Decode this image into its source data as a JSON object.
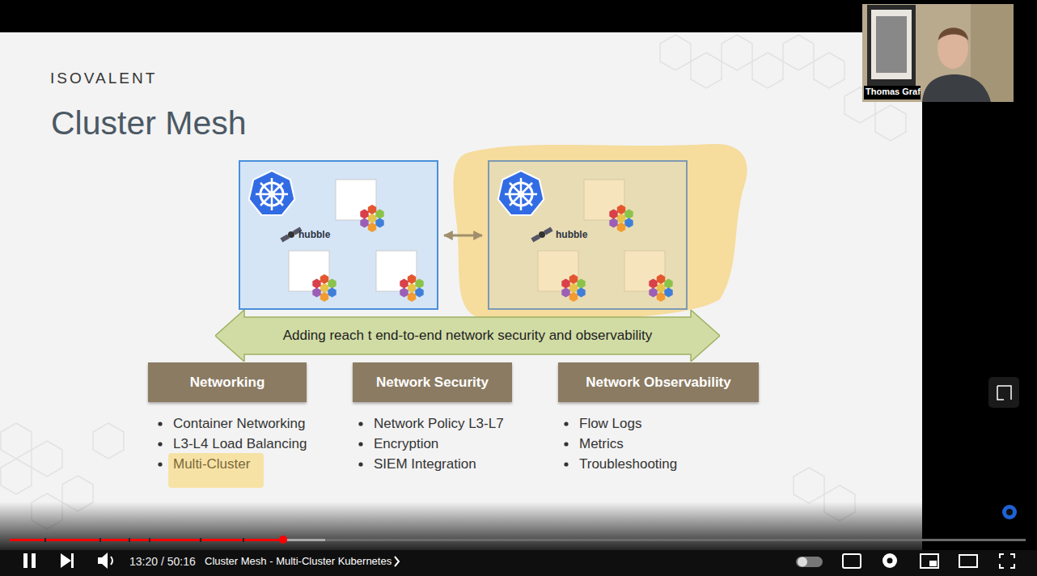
{
  "diagram": {
    "title": "Cluster Mesh",
    "nodes": [
      {
        "text": [
          "hubble"
        ]
      },
      {
        "text": [
          "hubble"
        ]
      },
      {
        "text": [
          "Adding reach t end-to-end network security and observability"
        ]
      },
      {
        "text": [
          "Networking"
        ]
      },
      {
        "text": [
          "Network Security"
        ]
      },
      {
        "text": [
          "Network Observability"
        ]
      }
    ],
    "edges": [
      {
        "from": 0,
        "to": 1,
        "arrow": "both"
      }
    ],
    "labels": [
      "ISOVALENT",
      "Container Networking",
      "L3-L4 Load Balancing",
      "Multi-Cluster",
      "Network Policy L3-L7",
      "Encryption",
      "SIEM Integration",
      "Flow Logs",
      "Metrics",
      "Troubleshooting",
      "Thomas Graf",
      "13:20 / 50:16",
      "Cluster Mesh - Multi-Cluster Kubernetes"
    ]
  }
}
